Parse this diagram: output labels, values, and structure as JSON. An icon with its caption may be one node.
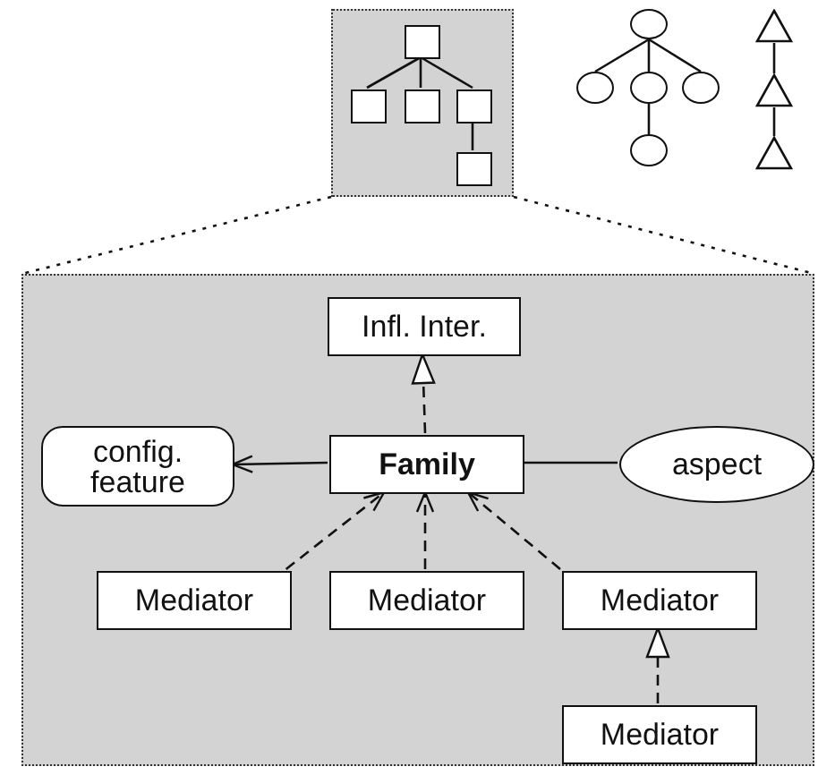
{
  "diagram": {
    "nodes": [
      {
        "text": [],
        "shape": "box"
      },
      {
        "text": [],
        "shape": "box",
        "in": 0
      },
      {
        "text": [],
        "shape": "box",
        "in": 0
      },
      {
        "text": [],
        "shape": "box",
        "in": 0
      },
      {
        "text": [],
        "shape": "box",
        "in": 0
      },
      {
        "text": [],
        "shape": "box",
        "in": 0
      },
      {
        "text": [],
        "shape": "circle"
      },
      {
        "text": [],
        "shape": "circle"
      },
      {
        "text": [],
        "shape": "circle"
      },
      {
        "text": [],
        "shape": "circle"
      },
      {
        "text": [],
        "shape": "circle"
      },
      {
        "text": [],
        "shape": "triangle"
      },
      {
        "text": [],
        "shape": "triangle"
      },
      {
        "text": [],
        "shape": "triangle"
      },
      {
        "text": [],
        "shape": "box"
      },
      {
        "text": [
          "Infl. Inter."
        ],
        "in": 14
      },
      {
        "text": [
          "config. feature"
        ],
        "in": 14
      },
      {
        "text": [
          "Family"
        ],
        "in": 14
      },
      {
        "text": [
          "aspect"
        ],
        "in": 14
      },
      {
        "text": [
          "Mediator"
        ],
        "in": 14
      },
      {
        "text": [
          "Mediator"
        ],
        "in": 14
      },
      {
        "text": [
          "Mediator"
        ],
        "in": 14
      },
      {
        "text": [
          "Mediator"
        ],
        "in": 14
      }
    ],
    "edges": [
      {
        "from": 1,
        "to": 2,
        "arrow": "none"
      },
      {
        "from": 1,
        "to": 3,
        "arrow": "none"
      },
      {
        "from": 1,
        "to": 4,
        "arrow": "none"
      },
      {
        "from": 4,
        "to": 5,
        "arrow": "none"
      },
      {
        "from": 6,
        "to": 7,
        "arrow": "none"
      },
      {
        "from": 6,
        "to": 8,
        "arrow": "none"
      },
      {
        "from": 6,
        "to": 9,
        "arrow": "none"
      },
      {
        "from": 8,
        "to": 10,
        "arrow": "none"
      },
      {
        "from": 11,
        "to": 12,
        "arrow": "none"
      },
      {
        "from": 12,
        "to": 13,
        "arrow": "none"
      },
      {
        "from": 0,
        "to": 14,
        "arrow": "none",
        "style": "dashed"
      },
      {
        "from": 0,
        "to": 14,
        "arrow": "none",
        "style": "dashed"
      },
      {
        "from": 17,
        "to": 15,
        "arrow": "to",
        "style": "dashed"
      },
      {
        "from": 17,
        "to": 16,
        "arrow": "to"
      },
      {
        "from": 17,
        "to": 18,
        "arrow": "none"
      },
      {
        "from": 19,
        "to": 17,
        "arrow": "to",
        "style": "dashed"
      },
      {
        "from": 20,
        "to": 17,
        "arrow": "to",
        "style": "dashed"
      },
      {
        "from": 21,
        "to": 17,
        "arrow": "to",
        "style": "dashed"
      },
      {
        "from": 22,
        "to": 21,
        "arrow": "to",
        "style": "dashed"
      }
    ]
  }
}
